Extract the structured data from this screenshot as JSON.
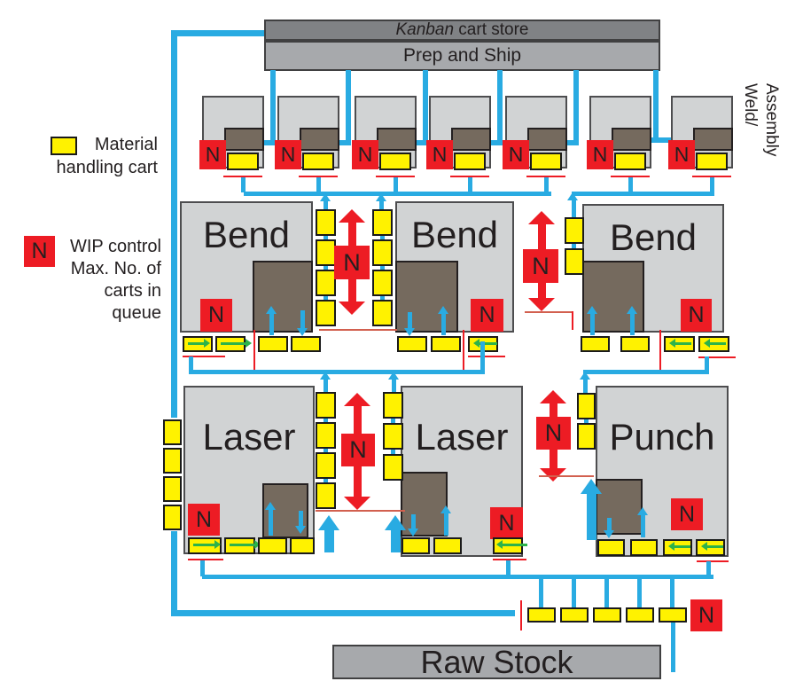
{
  "top": {
    "kanban_italic": "Kanban",
    "kanban_rest": " cart store",
    "prep": "Prep and Ship"
  },
  "legend": {
    "material_lines": [
      "Material",
      "handling cart"
    ],
    "wip_lines": [
      "WIP control",
      "Max. No. of",
      "carts in",
      "queue"
    ]
  },
  "labels": {
    "n": "N"
  },
  "machines": {
    "bend": "Bend",
    "laser": "Laser",
    "punch": "Punch",
    "raw_stock": "Raw Stock"
  },
  "side": {
    "weld_lines": [
      "Weld/",
      "Assembly"
    ]
  },
  "colors": {
    "flow_blue": "#29abe2",
    "wip_red": "#ed1c24",
    "cart_yellow": "#fff200",
    "move_green": "#2db34a",
    "machine_gray": "#d1d3d4",
    "unit_dark": "#756a5e",
    "kanban_gray": "#808285",
    "bar_gray": "#a7a9ac"
  }
}
